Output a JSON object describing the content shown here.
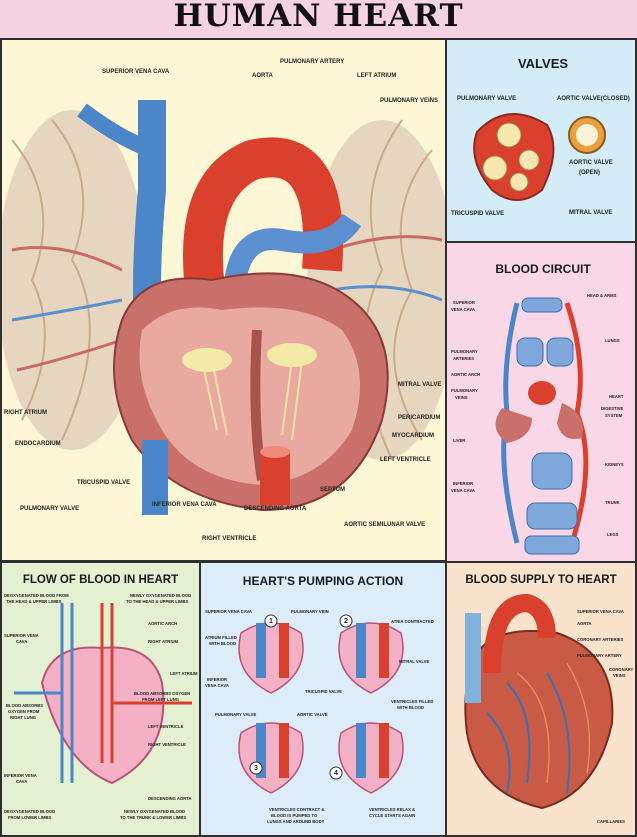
{
  "title": "HUMAN HEART",
  "main_labels": {
    "superior_vena_cava": "SUPERIOR VENA CAVA",
    "aorta": "AORTA",
    "pulmonary_artery": "PULMONARY ARTERY",
    "left_atrium": "LEFT ATRIUM",
    "pulmonary_veins": "PULMONARY VEINS",
    "mitral_valve": "MITRAL VALVE",
    "right_atrium": "RIGHT ATRIUM",
    "pericardium": "PERICARDIUM",
    "endocardium": "ENDOCARDIUM",
    "myocardium": "MYOCARDIUM",
    "left_ventricle": "LEFT VENTRICLE",
    "tricuspid_valve": "TRICUSPID VALVE",
    "septum": "SEPTUM",
    "inferior_vena_cava": "INFERIOR VENA CAVA",
    "pulmonary_valve": "PULMONARY VALVE",
    "descending_aorta": "DESCENDING AORTA",
    "aortic_semilunar_valve": "AORTIC SEMILUNAR VALVE",
    "right_ventricle": "RIGHT VENTRICLE"
  },
  "valves": {
    "title": "VALVES",
    "pulmonary_valve": "PULMONARY VALVE",
    "aortic_closed": "AORTIC VALVE(CLOSED)",
    "aortic_open_1": "AORTIC VALVE",
    "aortic_open_2": "(OPEN)",
    "tricuspid": "TRICUSPID VALVE",
    "mitral": "MITRAL VALVE"
  },
  "circuit": {
    "title": "BLOOD CIRCUIT",
    "svc_1": "SUPERIOR",
    "svc_2": "VENA CAVA",
    "head_arms": "HEAD & ARMS",
    "pa_1": "PULMONARY",
    "pa_2": "ARTERIES",
    "lungs": "LUNGS",
    "aortic_arch": "AORTIC ARCH",
    "pv_1": "PULMONARY",
    "pv_2": "VEINS",
    "heart": "HEART",
    "digestive_1": "DIGESTIVE",
    "digestive_2": "SYSTEM",
    "liver": "LIVER",
    "kidneys": "KIDNEYS",
    "ivc_1": "INFERIOR",
    "ivc_2": "VENA CAVA",
    "trunk": "TRUNK",
    "legs": "LEGS"
  },
  "flow": {
    "title": "FLOW OF BLOOD IN HEART",
    "deox_head_1": "DEOXYGENATED BLOOD FROM",
    "deox_head_2": "THE HEAD & UPPER LIMBS",
    "newox_head_1": "NEWLY OXYGENATED BLOOD",
    "newox_head_2": "TO THE HEAD & UPPER LIMBS",
    "aortic_arch": "AORTIC ARCH",
    "svc_1": "SUPERIOR VENA",
    "svc_2": "CAVA",
    "right_atrium": "RIGHT ATRIUM",
    "left_atrium": "LEFT ATRIUM",
    "absorbs_1": "BLOOD ABSORBS",
    "absorbs_2": "OXYGEN FROM",
    "absorbs_3": "RIGHT LUNG",
    "absorbs_left_1": "BLOOD ABSORBS OXYGEN",
    "absorbs_left_2": "FROM LEFT LUNG",
    "left_ventricle": "LEFT VENTRICLE",
    "right_ventricle": "RIGHT VENTRICLE",
    "ivc_1": "INFERIOR VENA",
    "ivc_2": "CAVA",
    "descending_aorta": "DESCENDING AORTA",
    "deox_lower_1": "DEOXYGENATED BLOOD",
    "deox_lower_2": "FROM LOWER LIMBS",
    "newox_lower_1": "NEWLY OXYGENATED BLOOD",
    "newox_lower_2": "TO THE TRUNK & LOWER LIMBS"
  },
  "pumping": {
    "title": "HEART'S PUMPING ACTION",
    "svc": "SUPERIOR VENA CAVA",
    "pulmonary_vein": "PULMONARY VEIN",
    "atria_contracted": "ATRIA CONTRACTED",
    "atrium_1": "ATRIUM FILLED",
    "atrium_2": "WITH BLOOD",
    "mitral": "MITRAL VALVE",
    "ivc_1": "INFERIOR",
    "ivc_2": "VENA CAVA",
    "tricuspid": "TRICUSPID VALVE",
    "vent_filled_1": "VENTRICLES FILLED",
    "vent_filled_2": "WITH BLOOD",
    "pulmonary_valve": "PULMONARY VALVE",
    "aortic_valve": "AORTIC VALVE",
    "contract_1": "VENTRICLES CONTRACT &",
    "contract_2": "BLOOD IS PUMPED TO",
    "contract_3": "LUNGS AND AROUND BODY",
    "relax_1": "VENTRICLES RELAX &",
    "relax_2": "CYCLE STARTS AGAIN",
    "n1": "1",
    "n2": "2",
    "n3": "3",
    "n4": "4"
  },
  "supply": {
    "title": "BLOOD SUPPLY TO HEART",
    "svc": "SUPERIOR VENA CAVA",
    "aorta": "AORTA",
    "coronary_arteries": "CORONARY ARTERIES",
    "pulmonary_artery": "PULMONARY ARTERY",
    "coronary_vein_1": "CORONARY",
    "coronary_vein_2": "VEINS",
    "capillaries": "CAPILLARIES"
  },
  "colors": {
    "vein_blue": "#4a86c8",
    "artery_red": "#d9412e",
    "heart_pink": "#e8a9a0",
    "main_bg": "#fdf7d6",
    "valves_bg": "#d3ecf7",
    "circuit_bg": "#f9d7e6",
    "flow_bg": "#e3f0d2",
    "pumping_bg": "#dcecf8",
    "supply_bg": "#fae3cc"
  }
}
